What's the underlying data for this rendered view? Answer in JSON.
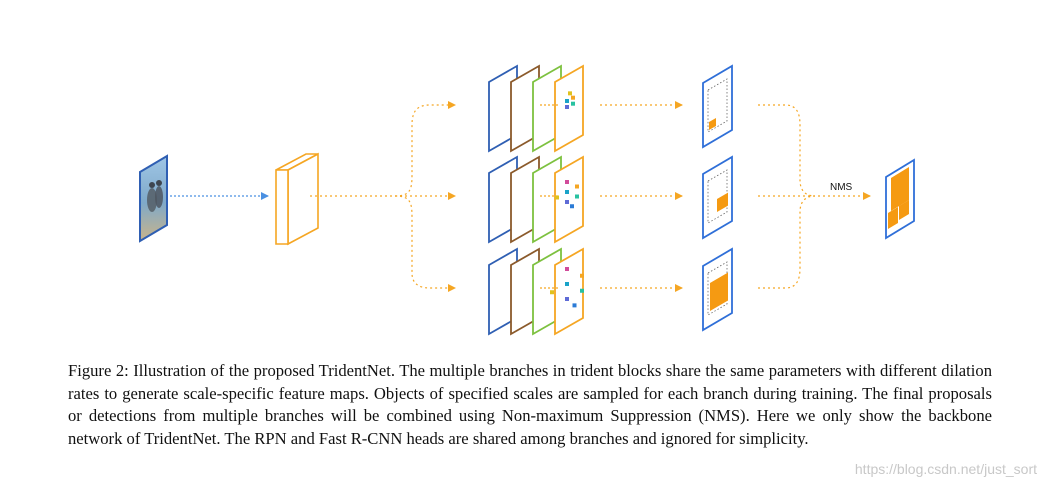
{
  "diagram": {
    "nms_label": "NMS",
    "colors": {
      "input": "#2f5fb3",
      "backbone": "#f5a623",
      "branch_layers": [
        "#2f5fb3",
        "#8b5a2b",
        "#7dc13f",
        "#f5a623"
      ],
      "output": "#2f6fd8",
      "box_fill": "#f59a12",
      "arrow_blue": "#4a90e2",
      "arrow_orange": "#f5a623"
    },
    "branch_count": 3
  },
  "caption": "Figure 2: Illustration of the proposed TridentNet. The multiple branches in trident blocks share the same parameters with different dilation rates to generate scale-specific feature maps. Objects of specified scales are sampled for each branch during training. The final proposals or detections from multiple branches will be combined using Non-maximum Suppression (NMS). Here we only show the backbone network of TridentNet. The RPN and Fast R-CNN heads are shared among branches and ignored for simplicity.",
  "watermark": "https://blog.csdn.net/just_sort"
}
